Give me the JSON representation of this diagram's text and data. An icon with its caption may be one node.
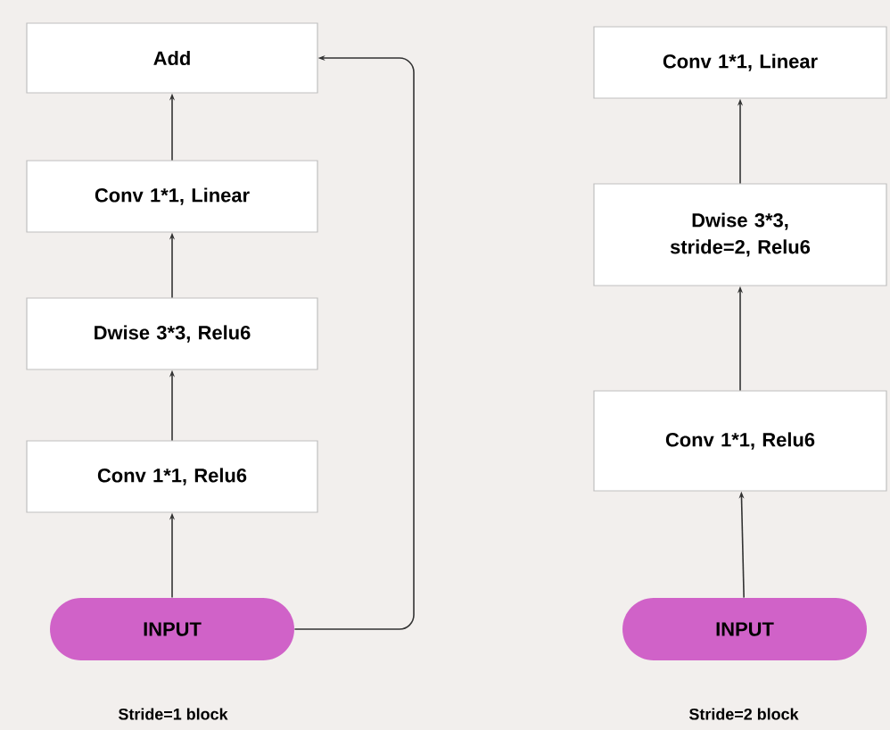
{
  "diagram": {
    "nodes": [
      {
        "text": [
          "Add"
        ]
      },
      {
        "text": [
          "Conv 1*1, Linear"
        ]
      },
      {
        "text": [
          "Dwise 3*3, Relu6"
        ]
      },
      {
        "text": [
          "Conv 1*1, Relu6"
        ]
      },
      {
        "text": [
          "INPUT"
        ]
      },
      {
        "text": [
          "Conv 1*1, Linear"
        ]
      },
      {
        "text": [
          "Dwise 3*3, stride=2, Relu6"
        ]
      },
      {
        "text": [
          "Conv 1*1, Relu6"
        ]
      },
      {
        "text": [
          "INPUT"
        ]
      }
    ],
    "edges": [
      {
        "from": 4,
        "to": 3,
        "arrow": "to"
      },
      {
        "from": 3,
        "to": 2,
        "arrow": "to"
      },
      {
        "from": 2,
        "to": 1,
        "arrow": "to"
      },
      {
        "from": 1,
        "to": 0,
        "arrow": "to"
      },
      {
        "from": 4,
        "to": 0,
        "arrow": "to"
      },
      {
        "from": 8,
        "to": 7,
        "arrow": "to"
      },
      {
        "from": 7,
        "to": 6,
        "arrow": "to"
      },
      {
        "from": 6,
        "to": 5,
        "arrow": "to"
      }
    ],
    "labels": [
      "Stride=1 block",
      "Stride=2 block"
    ]
  }
}
